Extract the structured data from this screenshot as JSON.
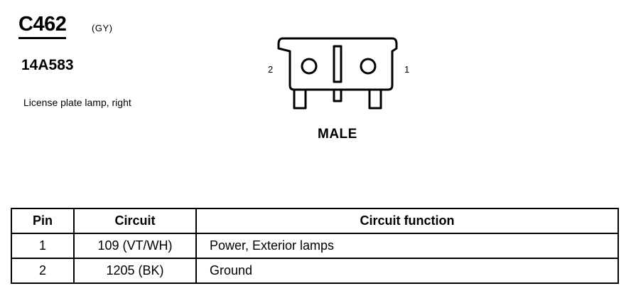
{
  "connector": {
    "id": "C462",
    "color": "(GY)",
    "part_number": "14A583",
    "description": "License plate lamp, right",
    "gender": "MALE",
    "pin_labels": {
      "left": "2",
      "right": "1"
    }
  },
  "table": {
    "headers": [
      "Pin",
      "Circuit",
      "Circuit function"
    ],
    "rows": [
      {
        "pin": "1",
        "circuit": "109 (VT/WH)",
        "function": "Power, Exterior lamps"
      },
      {
        "pin": "2",
        "circuit": "1205 (BK)",
        "function": "Ground"
      }
    ]
  }
}
